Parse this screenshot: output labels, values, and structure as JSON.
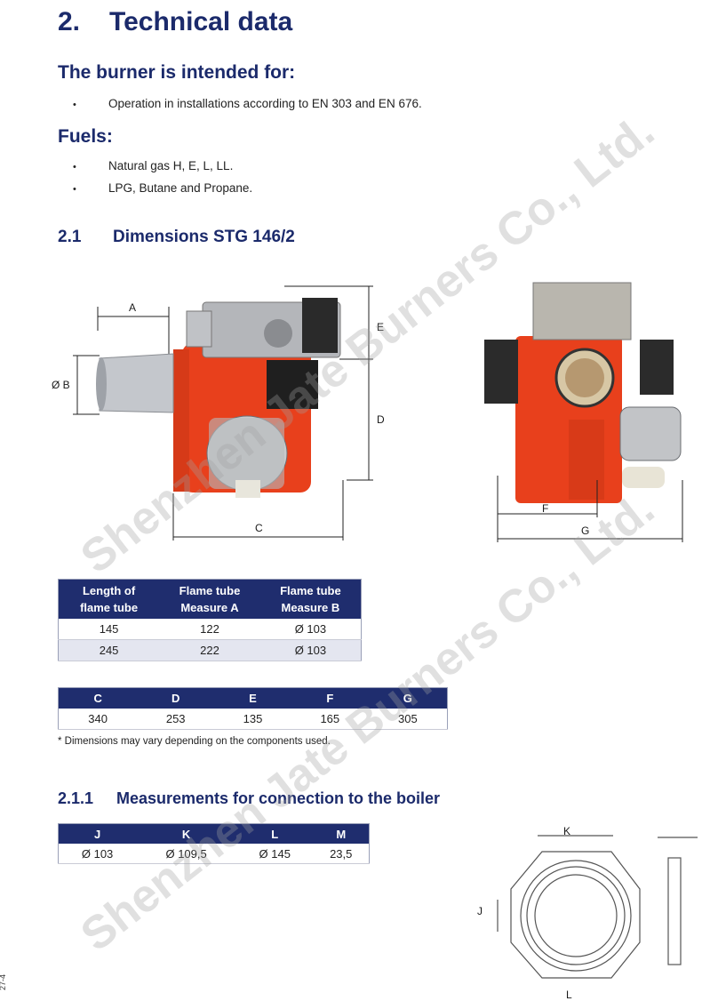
{
  "section": {
    "number": "2.",
    "title": "Technical data"
  },
  "intended": {
    "heading": "The burner is intended for:",
    "items": [
      "Operation in installations according to EN 303 and EN 676."
    ]
  },
  "fuels": {
    "heading": "Fuels:",
    "items": [
      "Natural gas H, E, L, LL.",
      "LPG, Butane and Propane."
    ]
  },
  "dimensions": {
    "number": "2.1",
    "title": "Dimensions STG 146/2"
  },
  "figure_labels": {
    "a": "A",
    "b": "Ø B",
    "c": "C",
    "d": "D",
    "e": "E",
    "f": "F",
    "g": "G",
    "j": "J",
    "k": "K",
    "l": "L"
  },
  "table1": {
    "headers": [
      [
        "Length of",
        "flame tube"
      ],
      [
        "Flame tube",
        "Measure A"
      ],
      [
        "Flame tube",
        "Measure B"
      ]
    ],
    "rows": [
      [
        "145",
        "122",
        "Ø 103"
      ],
      [
        "245",
        "222",
        "Ø 103"
      ]
    ]
  },
  "table2": {
    "headers": [
      "C",
      "D",
      "E",
      "F",
      "G"
    ],
    "rows": [
      [
        "340",
        "253",
        "135",
        "165",
        "305"
      ]
    ]
  },
  "note": "* Dimensions may vary depending on the components used.",
  "connection": {
    "number": "2.1.1",
    "title": "Measurements for connection to the boiler"
  },
  "table3": {
    "headers": [
      "J",
      "K",
      "L",
      "M"
    ],
    "rows": [
      [
        "Ø 103",
        "Ø 109,5",
        "Ø 145",
        "23,5"
      ]
    ]
  },
  "watermark": "Shenzhen Jate Burners Co., Ltd.",
  "page_number": "27-4",
  "colors": {
    "navy": "#1b2a6b",
    "header_bg": "#1f2d6e",
    "burner_red": "#e8401c"
  }
}
